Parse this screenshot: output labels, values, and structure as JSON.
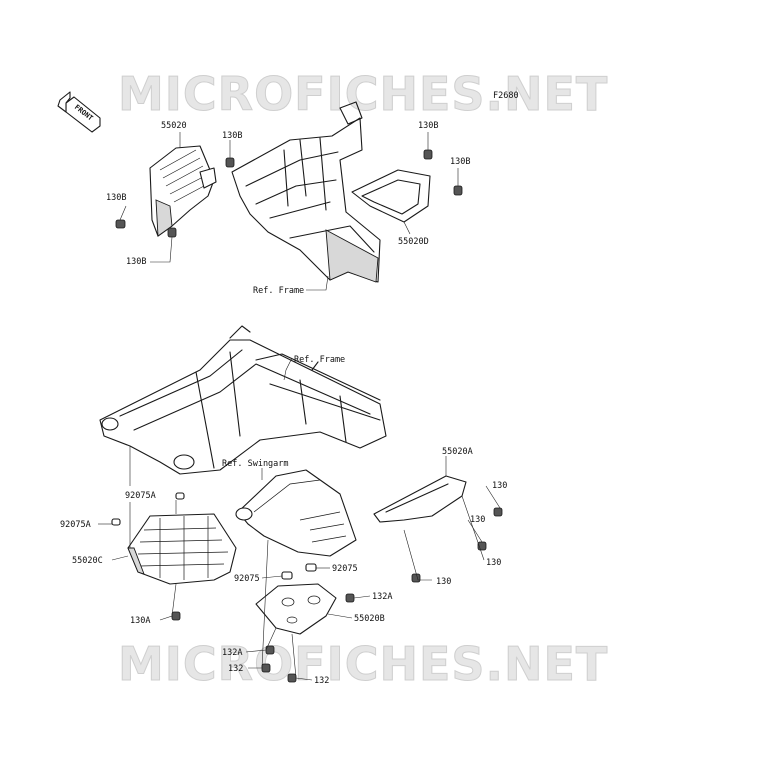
{
  "figure_code": "F2680",
  "front_arrow_label": "FRONT",
  "watermark": "MICROFICHES.NET",
  "callouts": {
    "c55020": "55020",
    "c130b_1": "130B",
    "c130b_2": "130B",
    "c130b_3": "130B",
    "c130b_4": "130B",
    "c130b_5": "130B",
    "c55020d": "55020D",
    "ref_frame_top": "Ref. Frame",
    "ref_frame_bottom": "Ref. Frame",
    "ref_swingarm": "Ref. Swingarm",
    "c55020a": "55020A",
    "c130_1": "130",
    "c130_2": "130",
    "c130_3": "130",
    "c130_4": "130",
    "c92075a_1": "92075A",
    "c92075a_2": "92075A",
    "c55020c": "55020C",
    "c130a": "130A",
    "c92075_1": "92075",
    "c92075_2": "92075",
    "c132a_1": "132A",
    "c132a_2": "132A",
    "c55020b": "55020B",
    "c132_1": "132",
    "c132_2": "132"
  }
}
